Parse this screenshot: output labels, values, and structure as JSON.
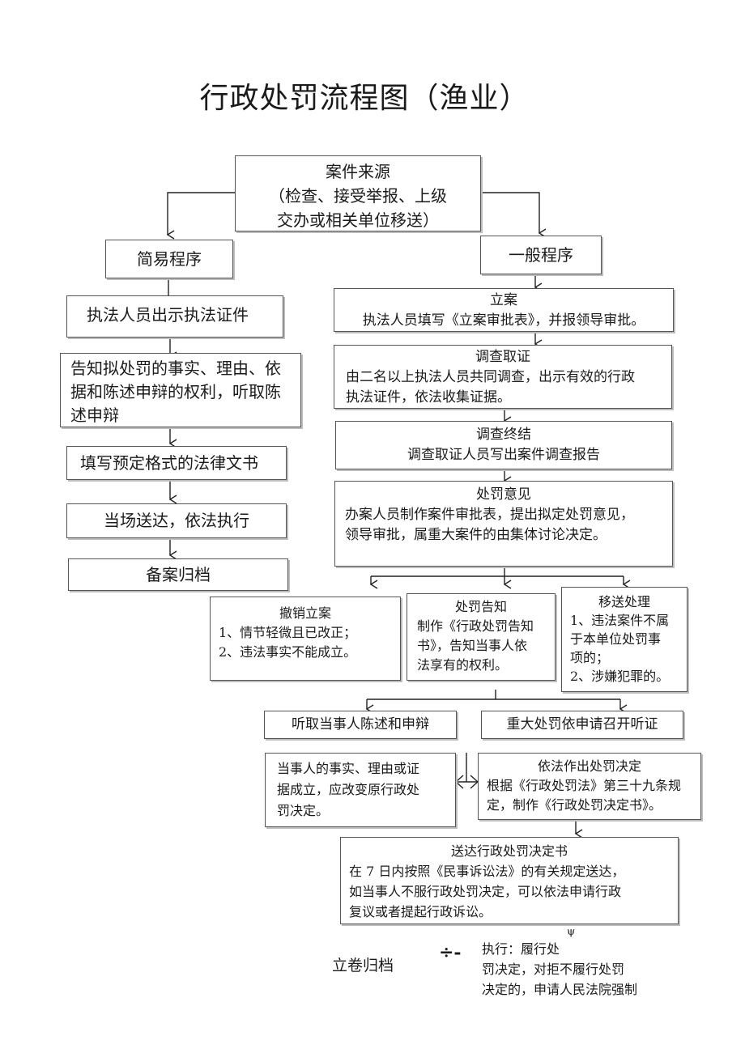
{
  "title": "行政处罚流程图（渔业）",
  "source": {
    "line1": "案件来源",
    "line2": "（检查、接受举报、上级",
    "line3": "交办或相关单位移送）"
  },
  "simple": {
    "label": "简易程序",
    "steps": [
      "执法人员出示执法证件",
      "告知拟处罚的事实、理由、依",
      "据和陈述申辩的权利，听取陈",
      "述申辩",
      "填写预定格式的法律文书",
      "当场送达，依法执行",
      "备案归档"
    ]
  },
  "general": {
    "label": "一般程序",
    "filing": {
      "heading": "立案",
      "body": "执法人员填写《立案审批表》，并报领导审批。"
    },
    "investigation": {
      "heading": "调查取证",
      "line1": "由二名以上执法人员共同调查，出示有效的行政",
      "line2": "执法证件，依法收集证据。"
    },
    "conclusion": {
      "heading": "调查终结",
      "body": "调查取证人员写出案件调查报告"
    },
    "opinion": {
      "heading": "处罚意见",
      "line1": "办案人员制作案件审批表，提出拟定处罚意见，",
      "line2": "领导审批，属重大案件的由集体讨论决定。"
    }
  },
  "revoke": {
    "heading": "撤销立案",
    "line1": "1、情节轻微且已改正；",
    "line2": "2、违法事实不能成立。"
  },
  "notice": {
    "heading": "处罚告知",
    "line1": "制作《行政处罚告知",
    "line2": "书》，告知当事人依",
    "line3": "法享有的权利。"
  },
  "transfer": {
    "heading": "移送处理",
    "line1": "1、违法案件不属",
    "line2": "于本单位处罚事",
    "line3": "项的；",
    "line4": "2、涉嫌犯罪的。"
  },
  "hear": "听取当事人陈述和申辩",
  "hearing": "重大处罚依申请召开听证",
  "change": {
    "line1": "当事人的事实、理由或证",
    "line2": "据成立，应改变原行政处",
    "line3": "罚决定。"
  },
  "decision": {
    "heading": "依法作出处罚决定",
    "line1": "根据《行政处罚法》第三十九条规",
    "line2": "定，制作《行政处罚决定书》。"
  },
  "deliver": {
    "heading": "送达行政处罚决定书",
    "line1": "在 7 日内按照《民事诉讼法》的有关规定送达，",
    "line2": "如当事人不服行政处罚决定，可以依法申请行政",
    "line3": "复议或者提起行政诉讼。"
  },
  "archive": "立卷归档",
  "arrow_glyph": "÷-",
  "small_mark": "ψ",
  "execute": {
    "line1": "执行：履行处",
    "line2": "罚决定，对拒不履行处罚",
    "line3": "决定的，申请人民法院强制"
  }
}
